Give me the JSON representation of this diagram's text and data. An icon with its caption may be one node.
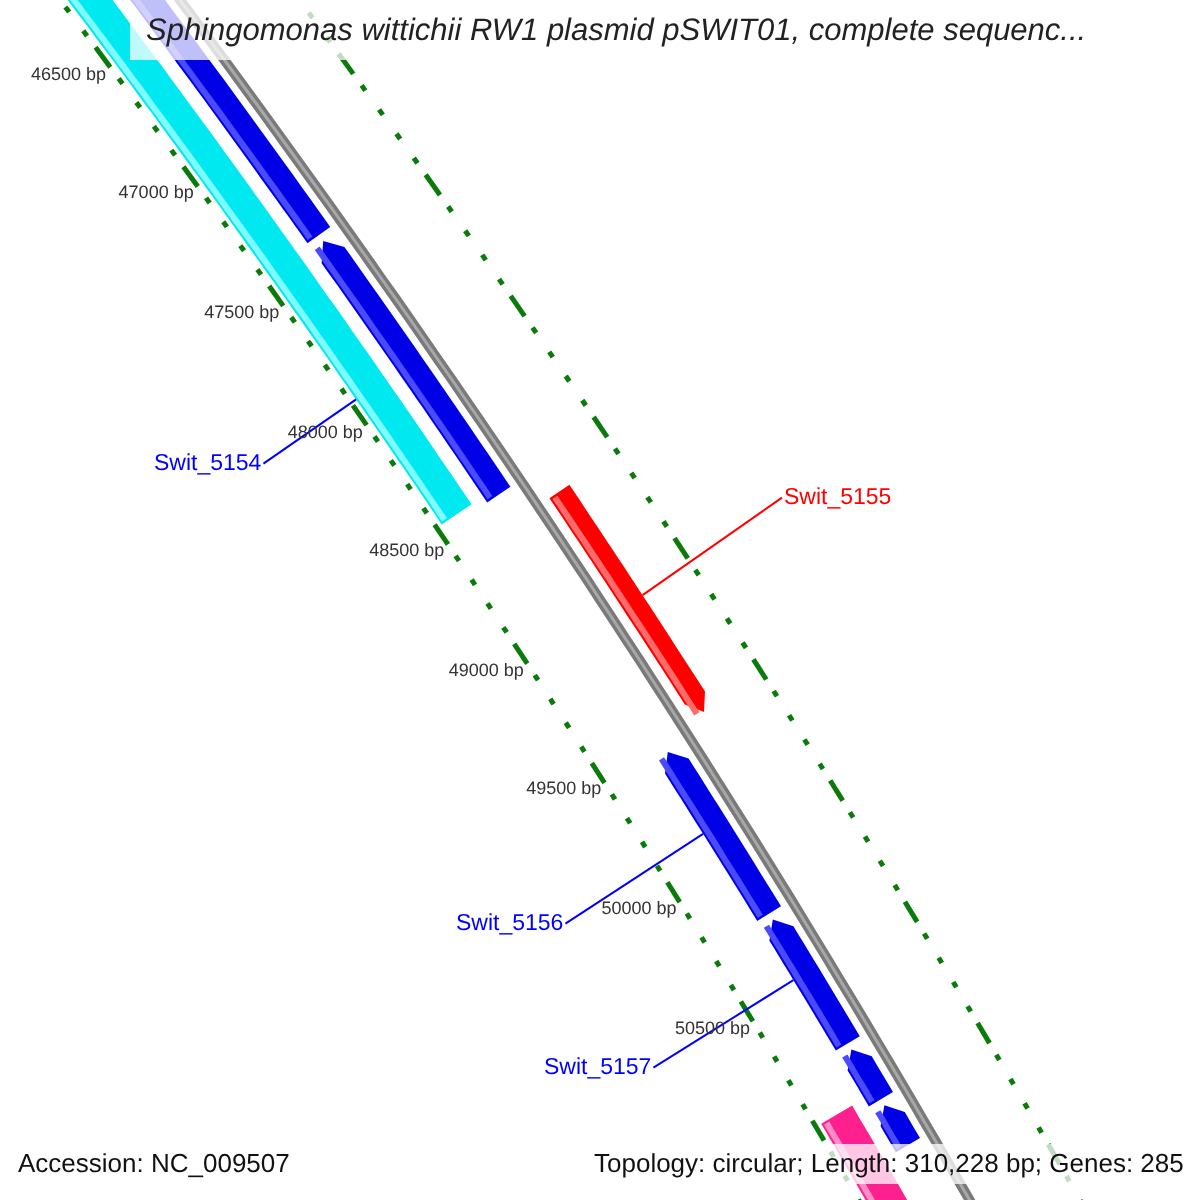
{
  "diagram": {
    "title": "Sphingomonas wittichii RW1 plasmid pSWIT01, complete sequenc...",
    "nodes": [
      {
        "text": [],
        "shape": "bar"
      },
      {
        "text": [],
        "shape": "bar"
      },
      {
        "text": [],
        "shape": "bar"
      },
      {
        "text": [
          "Swit_5154"
        ]
      },
      {
        "text": [
          "Swit_5155"
        ]
      },
      {
        "text": [],
        "shape": "bar"
      },
      {
        "text": [
          "Swit_5156"
        ]
      },
      {
        "text": [],
        "shape": "bar"
      },
      {
        "text": [
          "Swit_5157"
        ]
      },
      {
        "text": [],
        "shape": "bar"
      },
      {
        "text": [],
        "shape": "bar"
      },
      {
        "text": [],
        "shape": "bar"
      },
      {
        "text": [],
        "shape": "bar"
      }
    ],
    "edges": [
      {
        "from": 3,
        "to": 0,
        "arrow": "none"
      },
      {
        "from": 4,
        "to": 5,
        "arrow": "none",
        "color": "#ff0000"
      },
      {
        "from": 6,
        "to": 7,
        "arrow": "none"
      },
      {
        "from": 8,
        "to": 9,
        "arrow": "none"
      }
    ],
    "labels": [
      "46500 bp",
      "47000 bp",
      "47500 bp",
      "48000 bp",
      "48500 bp",
      "49000 bp",
      "49500 bp",
      "50000 bp",
      "50500 bp",
      "Accession: NC_009507",
      "Topology: circular; Length: 310,228 bp; Genes: 285"
    ]
  }
}
